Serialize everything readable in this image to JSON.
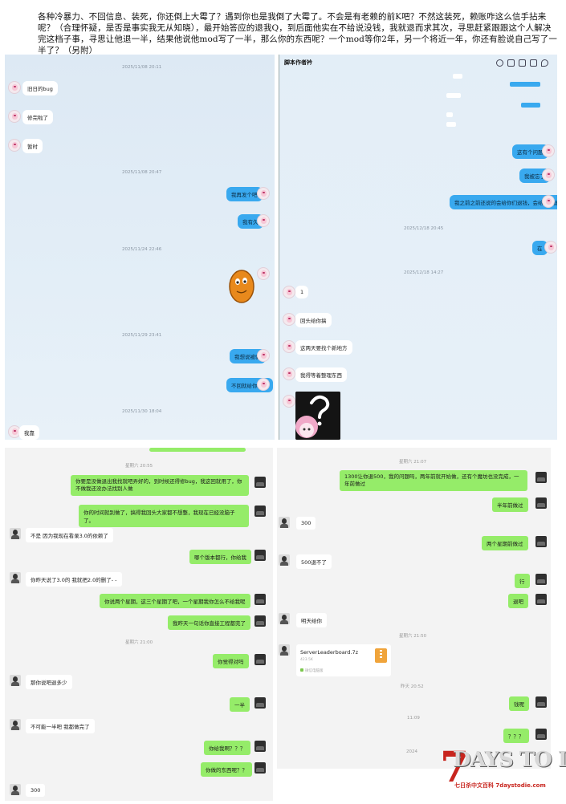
{
  "intro": {
    "text": "各种冷暴力、不回信息、装死，你还倒上大霉了？遇到你也是我倒了大霉了。不会是有老赖的前K吧？不然这装死，赖账咋这么信手拈来呢？（合理怀疑，是否是事实我无从知晓），最开始答应的退我Q，到后面他实在不给说没钱，我就退而求其次，寻思赶紧跟跟这个人解决完这档子事，寻思让他退一半，结果他说他mod写了一半，那么你的东西呢？一个mod等你2年，另一个将近一年，你还有脸说自己写了一半了？（另附）"
  },
  "qq_left": {
    "ts1": "2025/11/08 20:11",
    "in1": "旧日的bug",
    "in2": "修完啦了",
    "in3": "暂时",
    "ts2": "2025/11/08 20:47",
    "out1": "我再发个吧",
    "out2": "我有久",
    "ts3": "2025/11/24 22:46",
    "ts4": "2025/11/29 23:41",
    "out3": "我想说被骗",
    "out4": "不回就给你退钱",
    "ts5": "2025/11/30 18:04",
    "in4": "我靠"
  },
  "qq_right": {
    "title": "脚本作者衿",
    "out1": "这有个问题",
    "out2": "我被忘了",
    "out3": "我之前之前还说的会给你们退钱，会给你们退。",
    "ts1": "2025/12/18 20:45",
    "out4": "在",
    "ts2": "2025/12/18 14:27",
    "in1": "1",
    "in2": "回头给你搞",
    "in3": "这两天要找个新地方",
    "in4": "我得等着整理东西"
  },
  "wx_left": {
    "ts1": "星期六 20:55",
    "out1": "你要是没做退出我找就吧弄好的，到时候还得修bug，我这回就用了，你不做我还没办法找别人做",
    "out2": "你的时间就别做了，搞得我回头大家都不想整，我现在已经没脑子了。",
    "in1": "不是 因为我现在看录3.0的依赖了",
    "out3": "哪个版本都行，你给我",
    "in2": "你昨天说了3.0的 我就把2.0的删了- -",
    "out4": "你说两个星期，这三个星期了吧，一个星期我你怎么不给我呢",
    "out5": "我昨天一句话你直接工程都完了",
    "ts2": "星期六 21:00",
    "out6": "你觉得对吗",
    "in3": "那你说吧退多少",
    "out7": "一半",
    "in4": "不可能一半吧 我都做完了",
    "out8": "你给我啊？？？",
    "out9": "你做的东西呢？？",
    "in5": "300"
  },
  "wx_right": {
    "ts1": "星期六 21:07",
    "out1": "1300让你退500，我的问题吗，两年前就开始做，还有个魔坊也没完成，一年前做过",
    "out2": "半年前做过",
    "in1": "300",
    "out3": "两个星期前做过",
    "in2": "500退不了",
    "out4": "行",
    "out5": "退吧",
    "in3": "明天给你",
    "ts2": "星期六 21:50",
    "file_name": "ServerLeaderboard.7z",
    "file_size": "423.5K",
    "file_source": "微信电脑版",
    "ts3": "昨天 20:52",
    "out6": "钱呢",
    "ts4": "11:09",
    "out7": "？？？",
    "ts5": "2024"
  },
  "logo": {
    "seven": "7",
    "main": "DAYS TO DIE",
    "sub": "七日杀中文百科 7daystodie.com"
  }
}
